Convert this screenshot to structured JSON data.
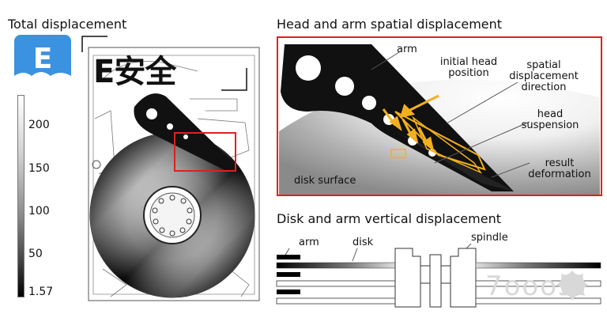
{
  "titles": {
    "total": "Total displacement",
    "head_arm": "Head and arm spatial displacement",
    "disk_arm": "Disk and arm vertical displacement"
  },
  "colorbar": {
    "ticks": [
      "200",
      "150",
      "100",
      "50",
      "1.57"
    ]
  },
  "head_panel": {
    "arm": "arm",
    "initial_head_line1": "initial head",
    "initial_head_line2": "position",
    "spatial_line1": "spatial",
    "spatial_line2": "displacement",
    "spatial_line3": "direction",
    "head_susp_line1": "head",
    "head_susp_line2": "suspension",
    "result_line1": "result",
    "result_line2": "deformation",
    "disk_surface": "disk surface"
  },
  "vertical_panel": {
    "arm": "arm",
    "disk": "disk",
    "spindle": "spindle"
  },
  "brand": {
    "logo_letter": "E",
    "text": "E安全"
  },
  "watermark": "7ooos",
  "colors": {
    "highlight_box": "#e02020",
    "arrow": "#f2b01e",
    "logo_blue": "#3a92e0"
  }
}
